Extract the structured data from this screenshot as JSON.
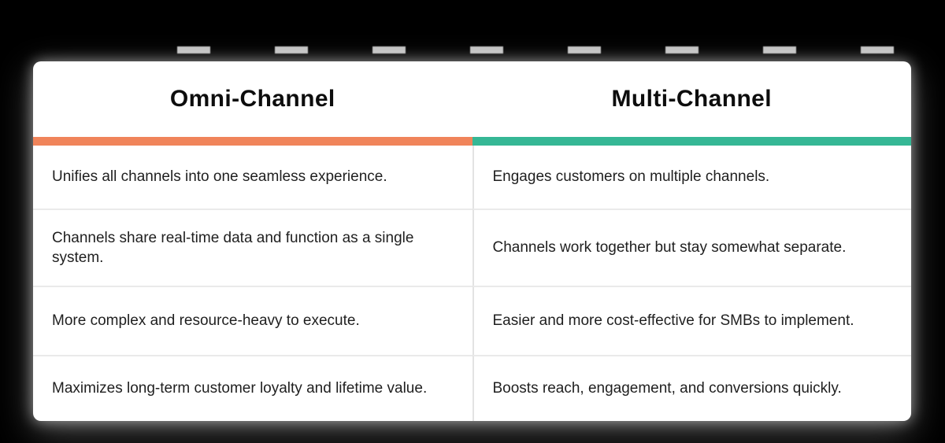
{
  "page": {
    "background_color": "#000000",
    "card_color": "#ffffff"
  },
  "card": {
    "columns": [
      {
        "title": "Omni-Channel",
        "accent_color": "#F0845A"
      },
      {
        "title": "Multi-Channel",
        "accent_color": "#35B795"
      }
    ],
    "rows": [
      {
        "left": "Unifies all channels into one seamless experience.",
        "right": "Engages customers on multiple channels."
      },
      {
        "left": "Channels share real-time data and function as a single system.",
        "right": "Channels work together but stay somewhat separate."
      },
      {
        "left": "More complex and resource-heavy to execute.",
        "right": "Easier and more cost-effective for SMBs to implement."
      },
      {
        "left": "Maximizes long-term customer loyalty and lifetime value.",
        "right": "Boosts reach, engagement, and conversions quickly."
      }
    ]
  },
  "chart_data": {
    "type": "table",
    "title": "",
    "columns": [
      "Omni-Channel",
      "Multi-Channel"
    ],
    "column_accent_colors": [
      "#F0845A",
      "#35B795"
    ],
    "rows": [
      [
        "Unifies all channels into one seamless experience.",
        "Engages customers on multiple channels."
      ],
      [
        "Channels share real-time data and function as a single system.",
        "Channels work together but stay somewhat separate."
      ],
      [
        "More complex and resource-heavy to execute.",
        "Easier and more cost-effective for SMBs to implement."
      ],
      [
        "Maximizes long-term customer loyalty and lifetime value.",
        "Boosts reach, engagement, and conversions quickly."
      ]
    ],
    "layout": {
      "grid": "on",
      "header_row": true,
      "legend_position": "none"
    }
  }
}
